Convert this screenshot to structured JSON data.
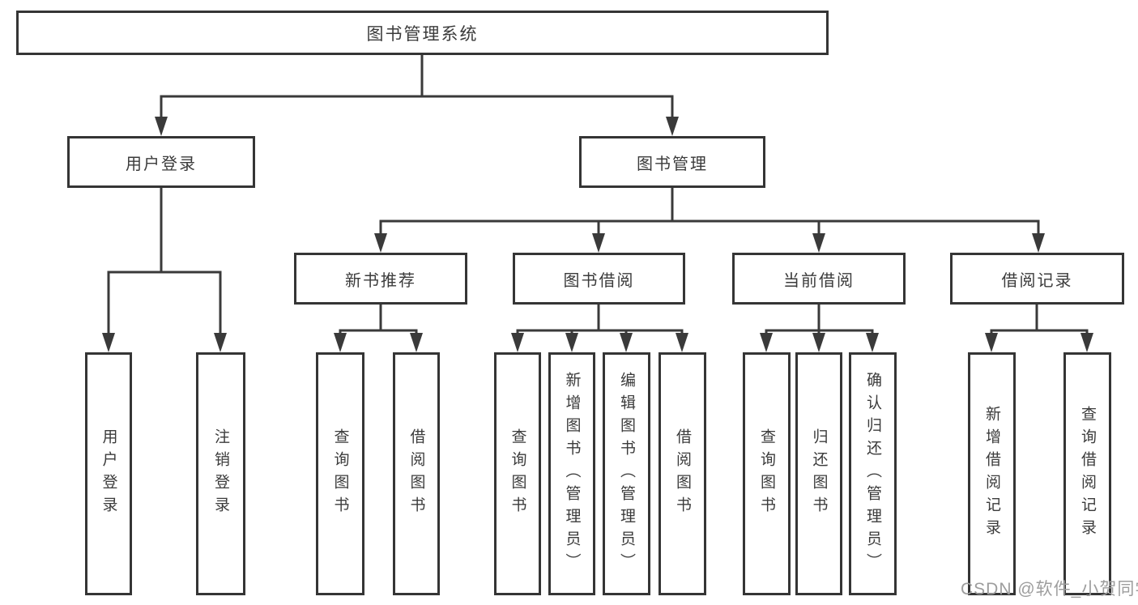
{
  "watermark": "CSDN @软件_小贺同学",
  "colors": {
    "line": "#3a3a3a",
    "border": "#353535",
    "text": "#3b3b3b",
    "watermark_text": "#9d9d9d",
    "background": "#ffffff"
  },
  "tree": {
    "root": {
      "label": "图书管理系统",
      "children": [
        {
          "label": "用户登录",
          "children": [
            {
              "label": "用户登录"
            },
            {
              "label": "注销登录"
            }
          ]
        },
        {
          "label": "图书管理",
          "children": [
            {
              "label": "新书推荐",
              "children": [
                {
                  "label": "查询图书"
                },
                {
                  "label": "借阅图书"
                }
              ]
            },
            {
              "label": "图书借阅",
              "children": [
                {
                  "label": "查询图书"
                },
                {
                  "label": "新增图书（管理员）"
                },
                {
                  "label": "编辑图书（管理员）"
                },
                {
                  "label": "借阅图书"
                }
              ]
            },
            {
              "label": "当前借阅",
              "children": [
                {
                  "label": "查询图书"
                },
                {
                  "label": "归还图书"
                },
                {
                  "label": "确认归还（管理员）"
                }
              ]
            },
            {
              "label": "借阅记录",
              "children": [
                {
                  "label": "新增借阅记录"
                },
                {
                  "label": "查询借阅记录"
                }
              ]
            }
          ]
        }
      ]
    }
  }
}
